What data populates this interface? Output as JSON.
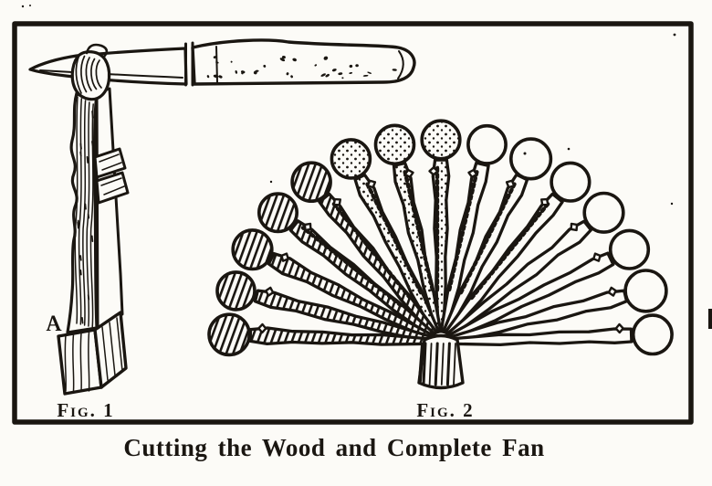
{
  "colors": {
    "ink": "#1a1611",
    "paper": "#fcfbf7"
  },
  "plate": {
    "fig1_label": "Fig. 1",
    "fig2_label": "Fig. 2",
    "fig1_marker": "A"
  },
  "caption": "Cutting the Wood and Complete Fan"
}
